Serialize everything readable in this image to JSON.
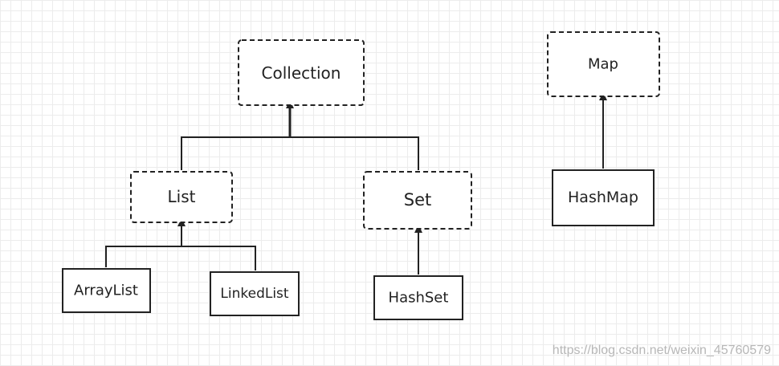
{
  "nodes": {
    "collection": {
      "label": "Collection",
      "kind": "interface"
    },
    "list": {
      "label": "List",
      "kind": "interface"
    },
    "set": {
      "label": "Set",
      "kind": "interface"
    },
    "map": {
      "label": "Map",
      "kind": "interface"
    },
    "arraylist": {
      "label": "ArrayList",
      "kind": "class"
    },
    "linkedlist": {
      "label": "LinkedList",
      "kind": "class"
    },
    "hashset": {
      "label": "HashSet",
      "kind": "class"
    },
    "hashmap": {
      "label": "HashMap",
      "kind": "class"
    }
  },
  "edges": [
    {
      "from": "list",
      "to": "collection"
    },
    {
      "from": "set",
      "to": "collection"
    },
    {
      "from": "arraylist",
      "to": "list"
    },
    {
      "from": "linkedlist",
      "to": "list"
    },
    {
      "from": "hashset",
      "to": "set"
    },
    {
      "from": "hashmap",
      "to": "map"
    }
  ],
  "watermark": "https://blog.csdn.net/weixin_45760579",
  "colors": {
    "stroke": "#222222",
    "grid": "#ececec",
    "background": "#ffffff"
  }
}
